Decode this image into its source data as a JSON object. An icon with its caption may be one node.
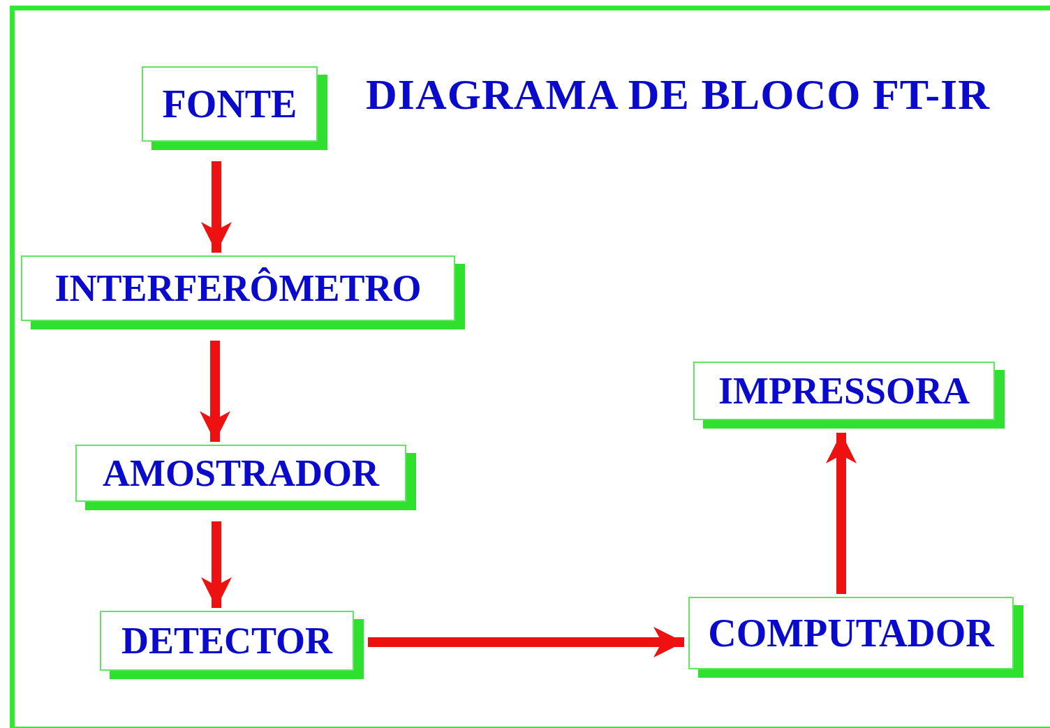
{
  "diagram": {
    "title": "DIAGRAMA DE BLOCO FT-IR",
    "nodes": [
      {
        "text": [
          "FONTE"
        ]
      },
      {
        "text": [
          "INTERFERÔMETRO"
        ]
      },
      {
        "text": [
          "AMOSTRADOR"
        ]
      },
      {
        "text": [
          "DETECTOR"
        ]
      },
      {
        "text": [
          "COMPUTADOR"
        ]
      },
      {
        "text": [
          "IMPRESSORA"
        ]
      }
    ],
    "edges": [
      {
        "from": 0,
        "to": 1,
        "arrow": "to"
      },
      {
        "from": 1,
        "to": 2,
        "arrow": "to"
      },
      {
        "from": 2,
        "to": 3,
        "arrow": "to"
      },
      {
        "from": 3,
        "to": 4,
        "arrow": "to"
      },
      {
        "from": 4,
        "to": 5,
        "arrow": "to"
      }
    ]
  }
}
